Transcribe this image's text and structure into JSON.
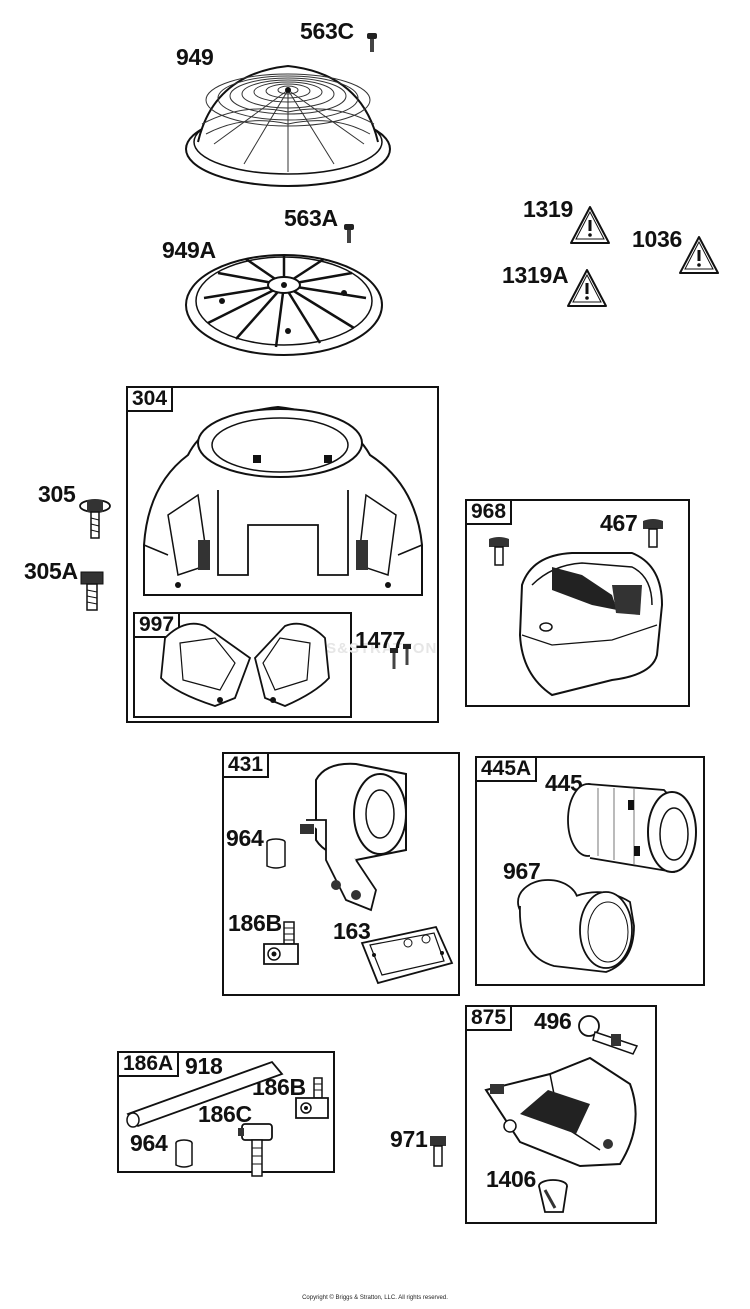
{
  "labels": {
    "p563C": "563C",
    "p949": "949",
    "p563A": "563A",
    "p949A": "949A",
    "p1319": "1319",
    "p1319A": "1319A",
    "p1036": "1036",
    "p305": "305",
    "p305A": "305A",
    "p1477": "1477",
    "p467": "467",
    "p964a": "964",
    "p186Ba": "186B",
    "p163": "163",
    "p445": "445",
    "p967": "967",
    "p918": "918",
    "p186Bb": "186B",
    "p186C": "186C",
    "p964b": "964",
    "p971": "971",
    "p496": "496",
    "p1406": "1406"
  },
  "boxes": {
    "b304": "304",
    "b997": "997",
    "b968": "968",
    "b431": "431",
    "b445A": "445A",
    "b186A": "186A",
    "b875": "875"
  },
  "watermark": "BRIGGS&STRATTON",
  "copyright": "Copyright © Briggs & Stratton, LLC. All rights reserved."
}
